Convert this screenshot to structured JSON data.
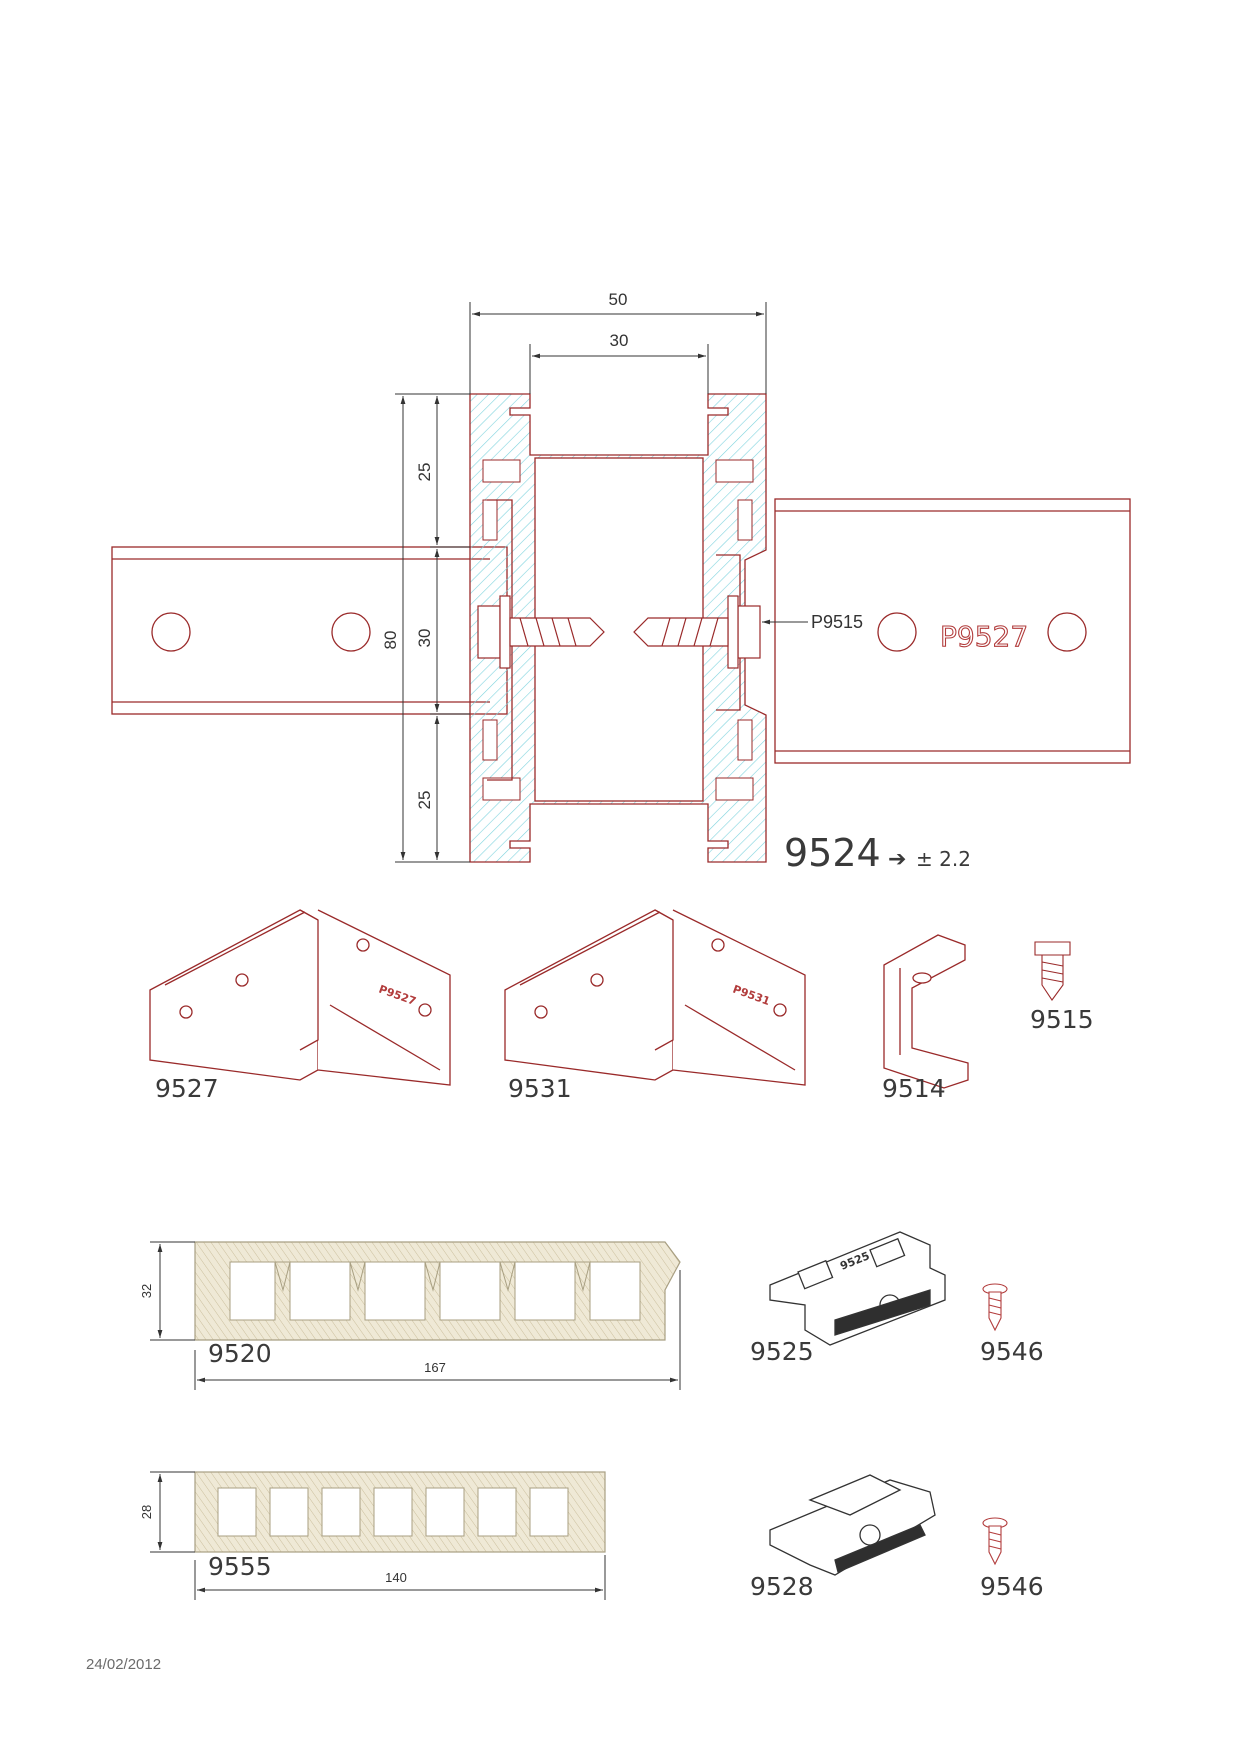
{
  "section_profile": {
    "width_outer": "50",
    "width_inner": "30",
    "height_total": "80",
    "seg_top": "25",
    "seg_mid": "30",
    "seg_bottom": "25",
    "screw_callout": "P9515",
    "bracket_mark": "P9527",
    "profile_code": "9524",
    "tolerance": "± 2.2",
    "arrow_glyph": "➔"
  },
  "parts_row": {
    "bracket_a": {
      "code": "9527",
      "mark": "P9527"
    },
    "bracket_b": {
      "code": "9531",
      "mark": "P9531"
    },
    "clip": {
      "code": "9514"
    },
    "screw": {
      "code": "9515"
    }
  },
  "board_1": {
    "code": "9520",
    "height": "32",
    "width": "167",
    "clip_code": "9525",
    "clip_mark": "9525",
    "screw_code": "9546"
  },
  "board_2": {
    "code": "9555",
    "height": "28",
    "width": "140",
    "clip_code": "9528",
    "screw_code": "9546"
  },
  "footer": {
    "date": "24/02/2012"
  },
  "colors": {
    "line": "#9a2a2a",
    "aluminium_hatch": "#7fd3de",
    "board_fill": "#efe9d6",
    "board_line": "#a89f82",
    "label": "#3a3a3a"
  }
}
